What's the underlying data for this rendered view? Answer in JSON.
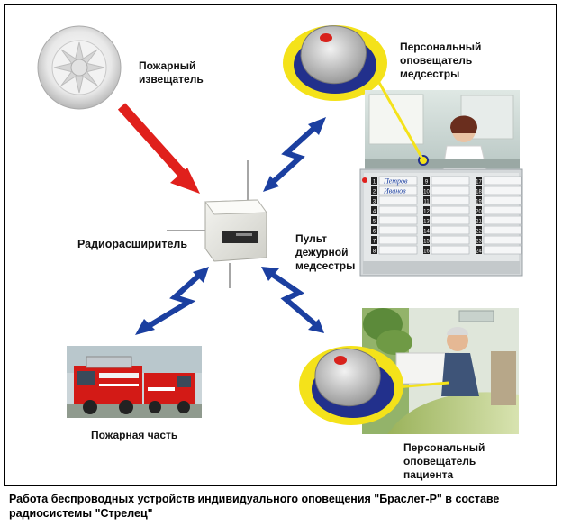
{
  "labels": {
    "fire_detector": "Пожарный\nизвещатель",
    "radio_extender": "Радиорасширитель",
    "nurse_pager": "Персональный\nоповещатель\nмедсестры",
    "nurse_console": "Пульт\nдежурной\nмедсестры",
    "fire_station": "Пожарная часть",
    "patient_pager": "Персональный\nоповещатель\nпациента"
  },
  "panel_names": [
    "Петров",
    "Иванов"
  ],
  "panel_numbers": {
    "col1": [
      "1",
      "2",
      "3",
      "4",
      "5",
      "6",
      "7",
      "8"
    ],
    "col2": [
      "9",
      "10",
      "11",
      "12",
      "13",
      "14",
      "15",
      "16"
    ],
    "col3": [
      "17",
      "18",
      "19",
      "20",
      "21",
      "22",
      "23",
      "24"
    ]
  },
  "caption": "Работа беспроводных устройств индивидуального оповещения \"Браслет-Р\" в составе\nрадиосистемы \"Стрелец\"",
  "colors": {
    "arrow_red": "#e0201c",
    "arrow_blue": "#1b3fa0",
    "pager_blue": "#22308c",
    "pager_yellow": "#f4e21a"
  }
}
